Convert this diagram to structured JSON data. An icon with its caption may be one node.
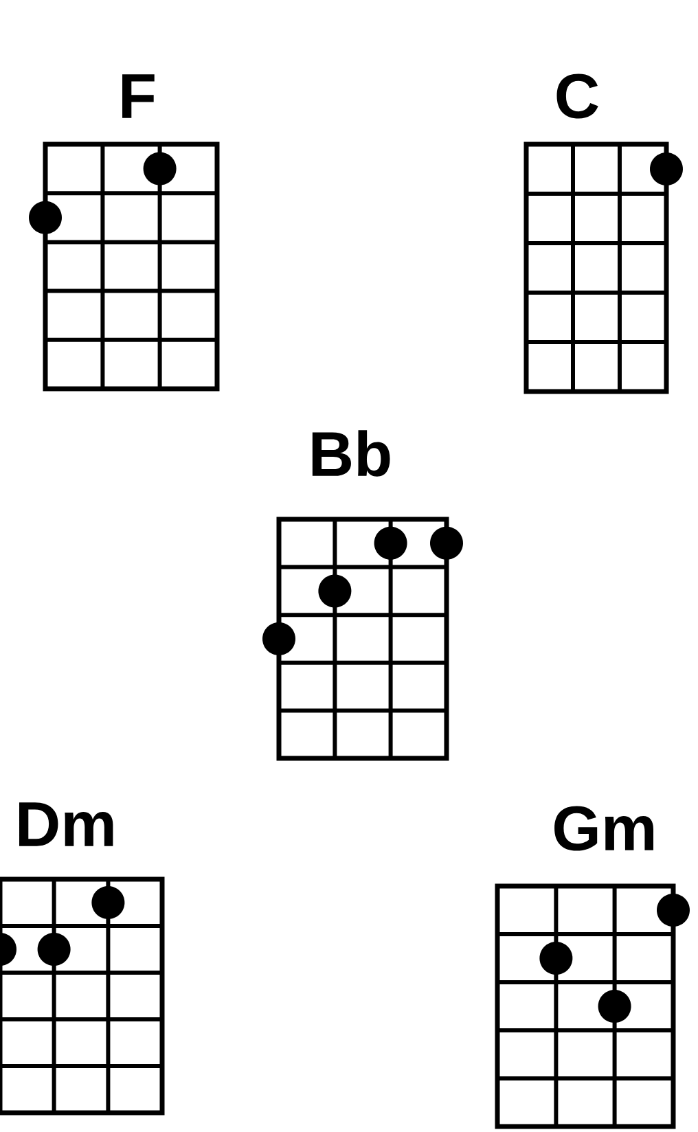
{
  "diagram": {
    "nodes": [
      {
        "text": [
          "F"
        ]
      },
      {
        "text": [
          "C"
        ]
      },
      {
        "text": [
          "Bb"
        ]
      },
      {
        "text": [
          "Dm"
        ]
      },
      {
        "text": [
          "Gm"
        ]
      }
    ]
  }
}
